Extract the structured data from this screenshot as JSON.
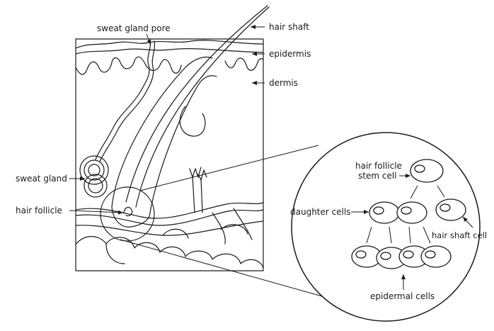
{
  "labels": {
    "sweat_gland_pore": "sweat gland pore",
    "hair_shaft": "hair shaft",
    "epidermis": "epidermis",
    "dermis": "dermis",
    "sweat_gland": "sweat gland",
    "hair_follicle": "hair follicle",
    "stem_cell_line1": "hair follicle",
    "stem_cell_line2": "stem cell",
    "daughter_cells": "daughter cells",
    "hair_shaft_cell": "hair shaft cell",
    "epidermal_cells": "epidermal cells"
  }
}
